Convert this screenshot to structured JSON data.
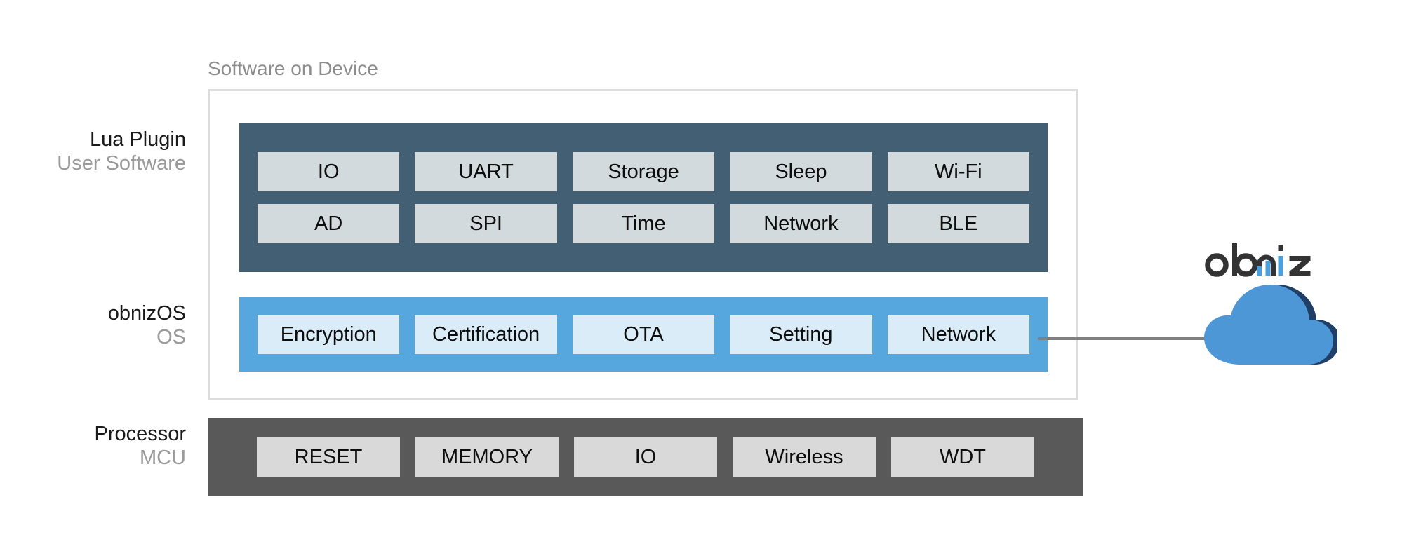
{
  "caption": {
    "software_on_device": "Software on Device"
  },
  "rows": [
    {
      "id": "lua",
      "primary_label": "Lua Plugin",
      "secondary_label": "User Software",
      "band_color": "#435F73",
      "cell_color": "#D2DADE",
      "cells": [
        [
          "IO",
          "UART",
          "Storage",
          "Sleep",
          "Wi-Fi"
        ],
        [
          "AD",
          "SPI",
          "Time",
          "Network",
          "BLE"
        ]
      ]
    },
    {
      "id": "os",
      "primary_label": "obnizOS",
      "secondary_label": "OS",
      "band_color": "#55A7DE",
      "cell_color": "#DAECF8",
      "cells": [
        [
          "Encryption",
          "Certification",
          "OTA",
          "Setting",
          "Network"
        ]
      ]
    },
    {
      "id": "proc",
      "primary_label": "Processor",
      "secondary_label": "MCU",
      "band_color": "#595959",
      "cell_color": "#D9D9D9",
      "cells": [
        [
          "RESET",
          "MEMORY",
          "IO",
          "Wireless",
          "WDT"
        ]
      ]
    }
  ],
  "brand": {
    "wordmark_text": "obniz",
    "wordmark_dark_color": "#333333",
    "wordmark_accent_color": "#49A0DC",
    "cloud_color": "#4E97D6",
    "cloud_shadow_color": "#1F3F66",
    "connector_color": "#808080"
  },
  "frame": {
    "border_color": "#DCDCDC"
  }
}
